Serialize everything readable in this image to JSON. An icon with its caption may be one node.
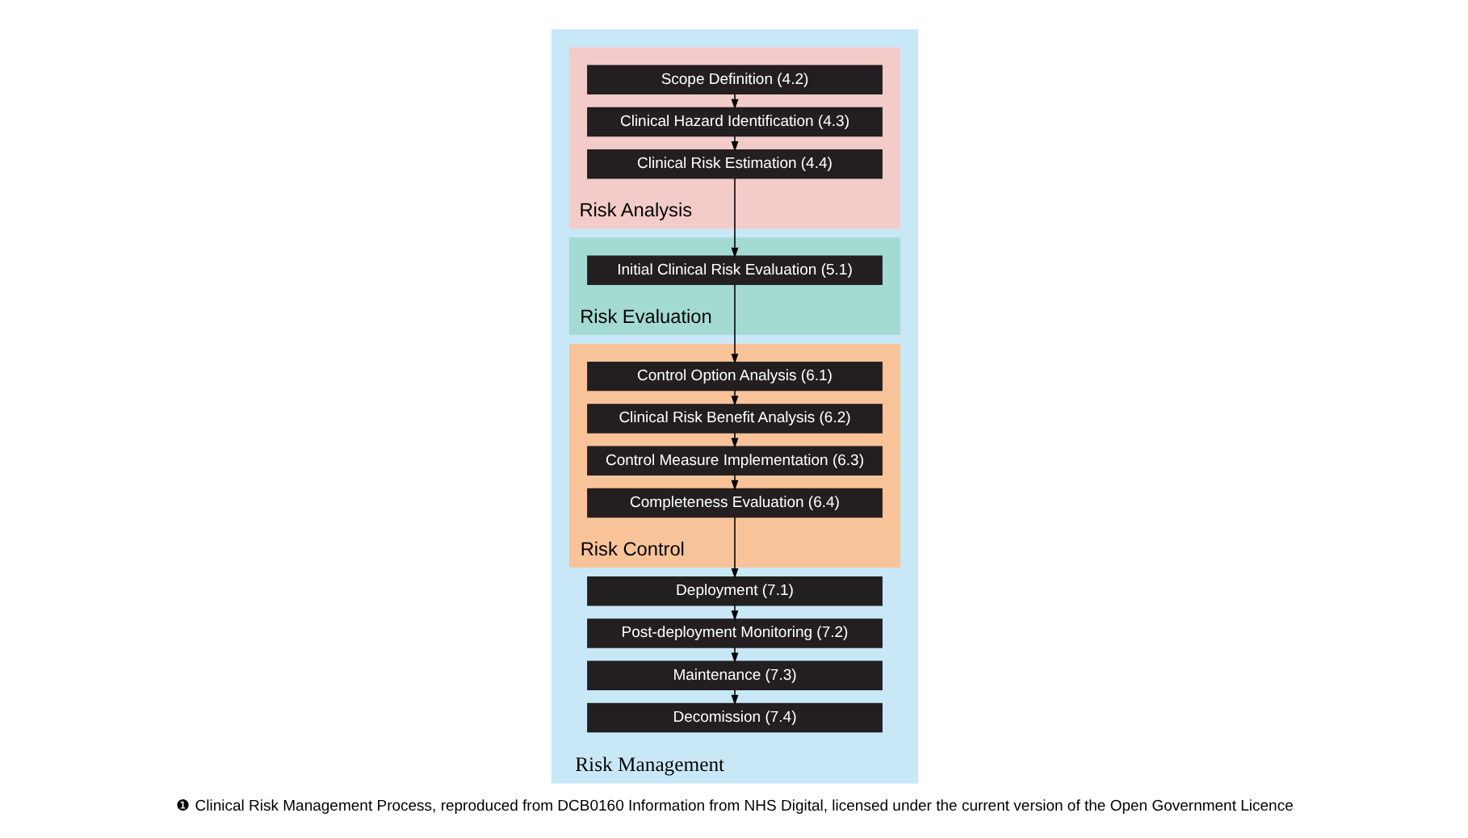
{
  "diagram": {
    "caption": "❶ Clinical Risk Management Process, reproduced from DCB0160 Information from NHS Digital, licensed under the current version of the Open Government Licence",
    "nodes": [
      {
        "text": [
          "Risk Management"
        ]
      },
      {
        "text": [
          "Risk Analysis"
        ],
        "in": 0
      },
      {
        "text": [
          "Scope Definition (4.2)"
        ],
        "in": 1
      },
      {
        "text": [
          "Clinical Hazard Identification (4.3)"
        ],
        "in": 1
      },
      {
        "text": [
          "Clinical Risk Estimation (4.4)"
        ],
        "in": 1
      },
      {
        "text": [
          "Risk Evaluation"
        ],
        "in": 0
      },
      {
        "text": [
          "Initial Clinical Risk Evaluation (5.1)"
        ],
        "in": 5
      },
      {
        "text": [
          "Risk Control"
        ],
        "in": 0
      },
      {
        "text": [
          "Control Option Analysis (6.1)"
        ],
        "in": 7
      },
      {
        "text": [
          "Clinical Risk Benefit Analysis (6.2)"
        ],
        "in": 7
      },
      {
        "text": [
          "Control Measure Implementation (6.3)"
        ],
        "in": 7
      },
      {
        "text": [
          "Completeness Evaluation (6.4)"
        ],
        "in": 7
      },
      {
        "text": [
          "Deployment (7.1)"
        ],
        "in": 0
      },
      {
        "text": [
          "Post-deployment Monitoring (7.2)"
        ],
        "in": 0
      },
      {
        "text": [
          "Maintenance (7.3)"
        ],
        "in": 0
      },
      {
        "text": [
          "Decomission (7.4)"
        ],
        "in": 0
      }
    ],
    "edges": [
      {
        "from": 2,
        "to": 3,
        "arrow": "to"
      },
      {
        "from": 3,
        "to": 4,
        "arrow": "to"
      },
      {
        "from": 4,
        "to": 6,
        "arrow": "to"
      },
      {
        "from": 6,
        "to": 8,
        "arrow": "to"
      },
      {
        "from": 8,
        "to": 9,
        "arrow": "to"
      },
      {
        "from": 9,
        "to": 10,
        "arrow": "to"
      },
      {
        "from": 10,
        "to": 11,
        "arrow": "to"
      },
      {
        "from": 11,
        "to": 12,
        "arrow": "to"
      },
      {
        "from": 12,
        "to": 13,
        "arrow": "to"
      },
      {
        "from": 13,
        "to": 14,
        "arrow": "to"
      },
      {
        "from": 14,
        "to": 15,
        "arrow": "to"
      }
    ]
  }
}
